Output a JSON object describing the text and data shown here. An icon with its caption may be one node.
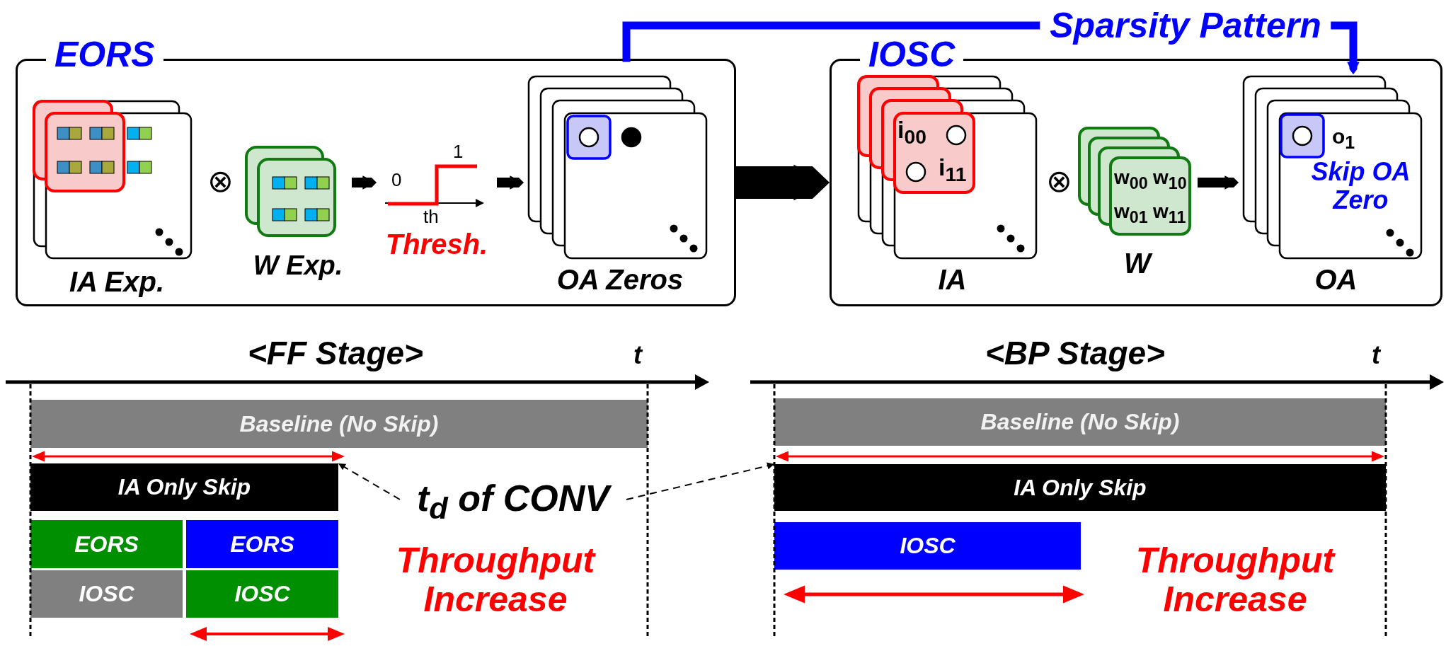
{
  "diagram": {
    "nodes": [
      {
        "text": [
          "EORS"
        ]
      },
      {
        "text": [
          "IA Exp."
        ],
        "in": 0
      },
      {
        "text": [
          "W Exp."
        ],
        "in": 0
      },
      {
        "text": [
          "Thresh."
        ],
        "in": 0
      },
      {
        "text": [
          "OA Zeros"
        ],
        "in": 0
      },
      {
        "text": [
          "IOSC"
        ]
      },
      {
        "text": [
          "IA"
        ],
        "in": 5
      },
      {
        "text": [
          "W"
        ],
        "in": 5
      },
      {
        "text": [
          "Skip OA Zero",
          "OA"
        ],
        "in": 5
      },
      {
        "text": [
          "Baseline (No Skip)"
        ]
      },
      {
        "text": [
          "IA Only Skip"
        ]
      },
      {
        "text": [
          "EORS"
        ]
      },
      {
        "text": [
          "EORS"
        ]
      },
      {
        "text": [
          "IOSC"
        ]
      },
      {
        "text": [
          "IOSC"
        ]
      },
      {
        "text": [
          "t$_{d}$ of CONV"
        ]
      },
      {
        "text": [
          "Throughput Increase"
        ]
      },
      {
        "text": [
          "Baseline (No Skip)"
        ]
      },
      {
        "text": [
          "IA Only Skip"
        ]
      },
      {
        "text": [
          "IOSC"
        ]
      },
      {
        "text": [
          "Throughput Increase"
        ]
      }
    ],
    "edges": [
      {
        "from": 2,
        "to": 3,
        "arrow": "to"
      },
      {
        "from": 3,
        "to": 4,
        "arrow": "to"
      },
      {
        "from": 0,
        "to": 5,
        "arrow": "to",
        "style": "thick"
      },
      {
        "from": 7,
        "to": 8,
        "arrow": "to"
      },
      {
        "from": 4,
        "to": 8,
        "arrow": "to",
        "label": "Sparsity Pattern",
        "color": "#0000ff"
      },
      {
        "from": 15,
        "to": 10,
        "arrow": "to",
        "style": "dashed"
      },
      {
        "from": 15,
        "to": 18,
        "arrow": "to",
        "style": "dashed"
      }
    ],
    "labels": [
      "⊗",
      "1",
      "0",
      "th",
      "i$_{00}$",
      "i$_{11}$",
      "⊗",
      "w$_{00}$",
      "w$_{10}$",
      "w$_{01}$",
      "w$_{11}$",
      "o$_{1}$",
      "<FF Stage>",
      "t",
      "<BP Stage>",
      "t"
    ]
  }
}
